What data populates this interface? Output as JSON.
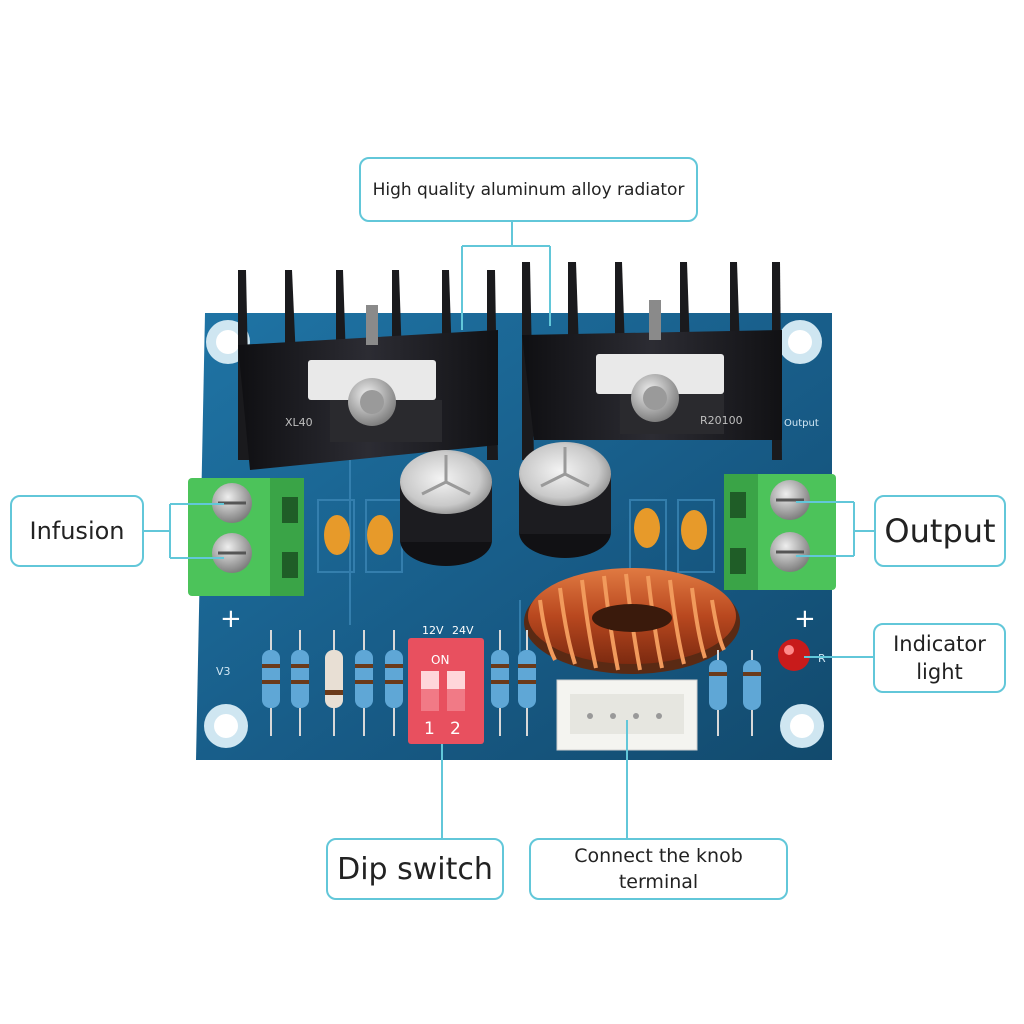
{
  "callouts": {
    "radiator": "High quality aluminum alloy radiator",
    "infusion": "Infusion",
    "output": "Output",
    "indicator_line1": "Indicator",
    "indicator_line2": "light",
    "dip_switch": "Dip switch",
    "knob_line1": "Connect the knob",
    "knob_line2": "terminal"
  },
  "board_text": {
    "chip_left": "XL40",
    "chip_right": "R20100",
    "output_silk": "Output",
    "plus_left": "+",
    "plus_right": "+",
    "v3": "V3",
    "dip_12v": "12V",
    "dip_24v": "24V",
    "dip_on": "ON",
    "dip_1": "1",
    "dip_2": "2",
    "led_r": "R"
  },
  "colors": {
    "callout_border": "#62c7d9",
    "pcb": "#1b5f8a",
    "terminal_green": "#4cc35a",
    "dip_red": "#e8505f",
    "heatsink": "#1e1e22",
    "coil_copper": "#c2542a"
  }
}
